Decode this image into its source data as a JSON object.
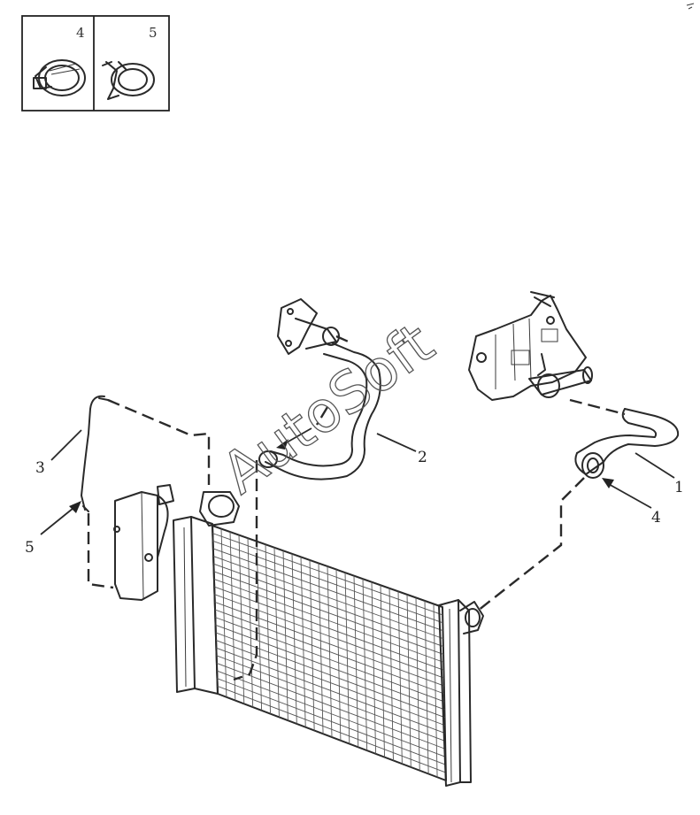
{
  "watermark": "AutoSoft",
  "inset_labels": [
    "4",
    "5"
  ],
  "callouts": [
    "1",
    "2",
    "3",
    "4",
    "5"
  ],
  "icons": [
    "hose-clamp-worm-icon",
    "hose-clamp-spring-icon"
  ]
}
